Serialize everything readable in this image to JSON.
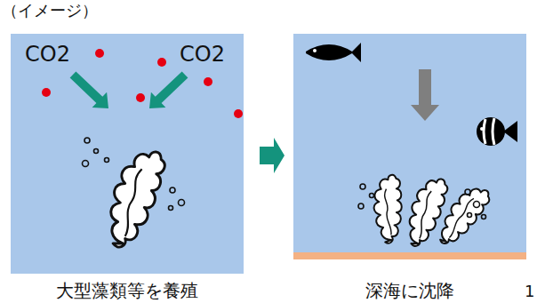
{
  "diagram": {
    "nodes": [
      {
        "text": [
          "CO2",
          "CO2",
          "大型藻類等を養殖"
        ]
      },
      {
        "text": [
          "深海に沈降"
        ]
      }
    ],
    "edges": [
      {
        "from": 0,
        "to": 1,
        "arrow": "to"
      }
    ],
    "labels": [
      "（イメージ）",
      "1"
    ]
  }
}
